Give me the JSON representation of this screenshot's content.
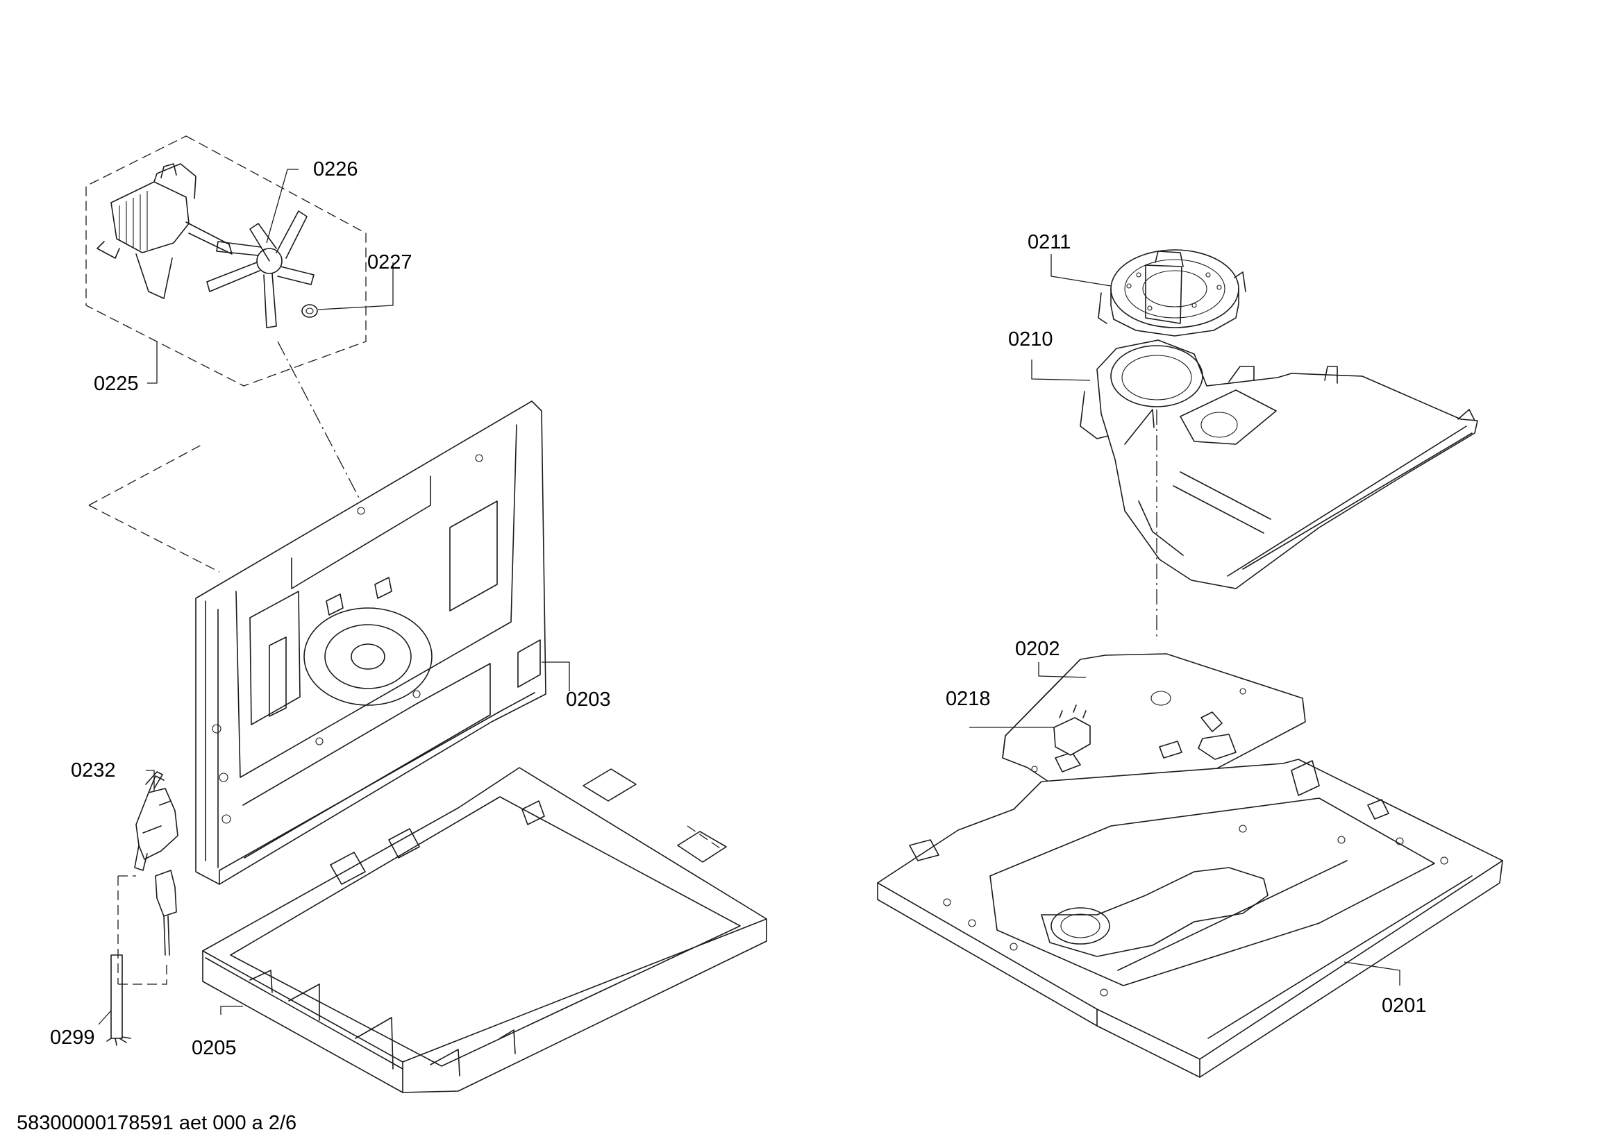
{
  "diagram": {
    "callouts": {
      "c0201": "0201",
      "c0202": "0202",
      "c0203": "0203",
      "c0205": "0205",
      "c0210": "0210",
      "c0211": "0211",
      "c0218": "0218",
      "c0225": "0225",
      "c0226": "0226",
      "c0227": "0227",
      "c0232": "0232",
      "c0299": "0299"
    },
    "document_reference": "58300000178591 aet 000 a 2/6"
  }
}
